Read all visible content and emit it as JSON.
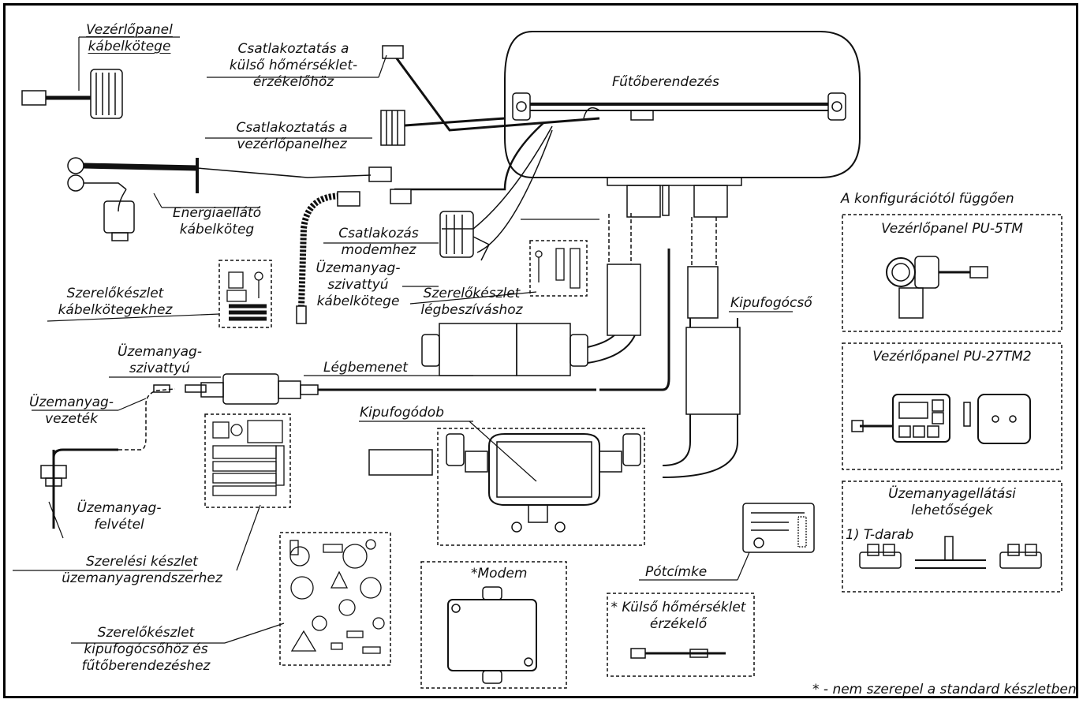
{
  "labels": {
    "control_panel_harness": [
      "Vezérlőpanel",
      "kábelkötege"
    ],
    "temp_sensor_connection": [
      "Csatlakoztatás a",
      "külső hőmérséklet-",
      "érzékelőhöz"
    ],
    "heater": "Fűtőberendezés",
    "control_panel_connection": [
      "Csatlakoztatás a",
      "vezérlőpanelhez"
    ],
    "power_harness": [
      "Energiaellátó",
      "kábelköteg"
    ],
    "modem_connection": [
      "Csatlakozás",
      "modemhez"
    ],
    "fuel_pump_harness": [
      "Üzemanyag-",
      "szivattyú",
      "kábelkötege"
    ],
    "kit_harness": [
      "Szerelőkészlet",
      "kábelkötegekhez"
    ],
    "kit_air_intake": [
      "Szerelőkészlet",
      "légbeszíváshoz"
    ],
    "exhaust_pipe": "Kipufogócső",
    "fuel_pump": [
      "Üzemanyag-",
      "szivattyú"
    ],
    "air_intake": "Légbemenet",
    "fuel_line": [
      "Üzemanyag-",
      "vezeték"
    ],
    "muffler": "Kipufogódob",
    "fuel_intake": [
      "Üzemanyag-",
      "felvétel"
    ],
    "fuel_system_kit": [
      "Szerelési készlet",
      "üzemanyagrendszerhez"
    ],
    "modem": "*Modem",
    "spare_label": "Pótcímke",
    "exhaust_heater_kit": [
      "Szerelőkészlet",
      "kipufogócsőhöz és",
      "fűtőberendezéshez"
    ],
    "ext_temp_sensor": [
      "* Külső hőmérséklet",
      "érzékelő"
    ]
  },
  "config": {
    "heading": "A konfigurációtól függően",
    "panel1": "Vezérlőpanel PU-5TM",
    "panel2": "Vezérlőpanel PU-27TM2",
    "fuel_supply": [
      "Üzemanyagellátási",
      "lehetőségek"
    ],
    "t_piece": "1) T-darab"
  },
  "footnote": "* - nem szerepel a standard készletben"
}
